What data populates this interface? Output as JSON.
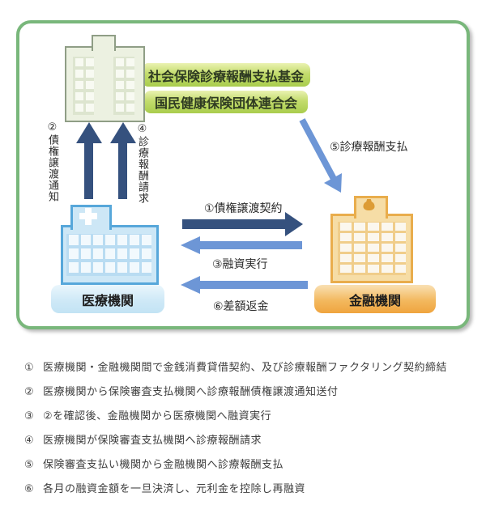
{
  "diagram": {
    "payers": {
      "label1": "社会保険診療報酬支払基金",
      "label2": "国民健康保険団体連合会"
    },
    "entities": {
      "medical": "医療機関",
      "financial": "金融機関"
    },
    "arrows": {
      "a1": "①債権譲渡契約",
      "a2": "②債権譲渡通知",
      "a3": "③融資実行",
      "a4": "④診療報酬請求",
      "a5": "⑤診療報酬支払",
      "a6": "⑥差額返金"
    },
    "colors": {
      "panel_border_green": "#79b77b",
      "navy_arrow": "#35517e",
      "blue_arrow": "#6d96d6",
      "payer_pill_green": "#a9cd4d",
      "medical_blue": "#57a7da",
      "financial_orange": "#efa43e"
    }
  },
  "steps": {
    "items": [
      {
        "num": "①",
        "text": "医療機関・金融機関間で金銭消費貸借契約、及び診療報酬ファクタリング契約締結"
      },
      {
        "num": "②",
        "text": "医療機関から保険審査支払機関へ診療報酬債権譲渡通知送付"
      },
      {
        "num": "③",
        "text": "②を確認後、金融機関から医療機関へ融資実行"
      },
      {
        "num": "④",
        "text": "医療機関が保険審査支払機関へ診療報酬請求"
      },
      {
        "num": "⑤",
        "text": "保険審査支払い機関から金融機関へ診療報酬支払"
      },
      {
        "num": "⑥",
        "text": "各月の融資金額を一旦決済し、元利金を控除し再融資"
      }
    ]
  }
}
